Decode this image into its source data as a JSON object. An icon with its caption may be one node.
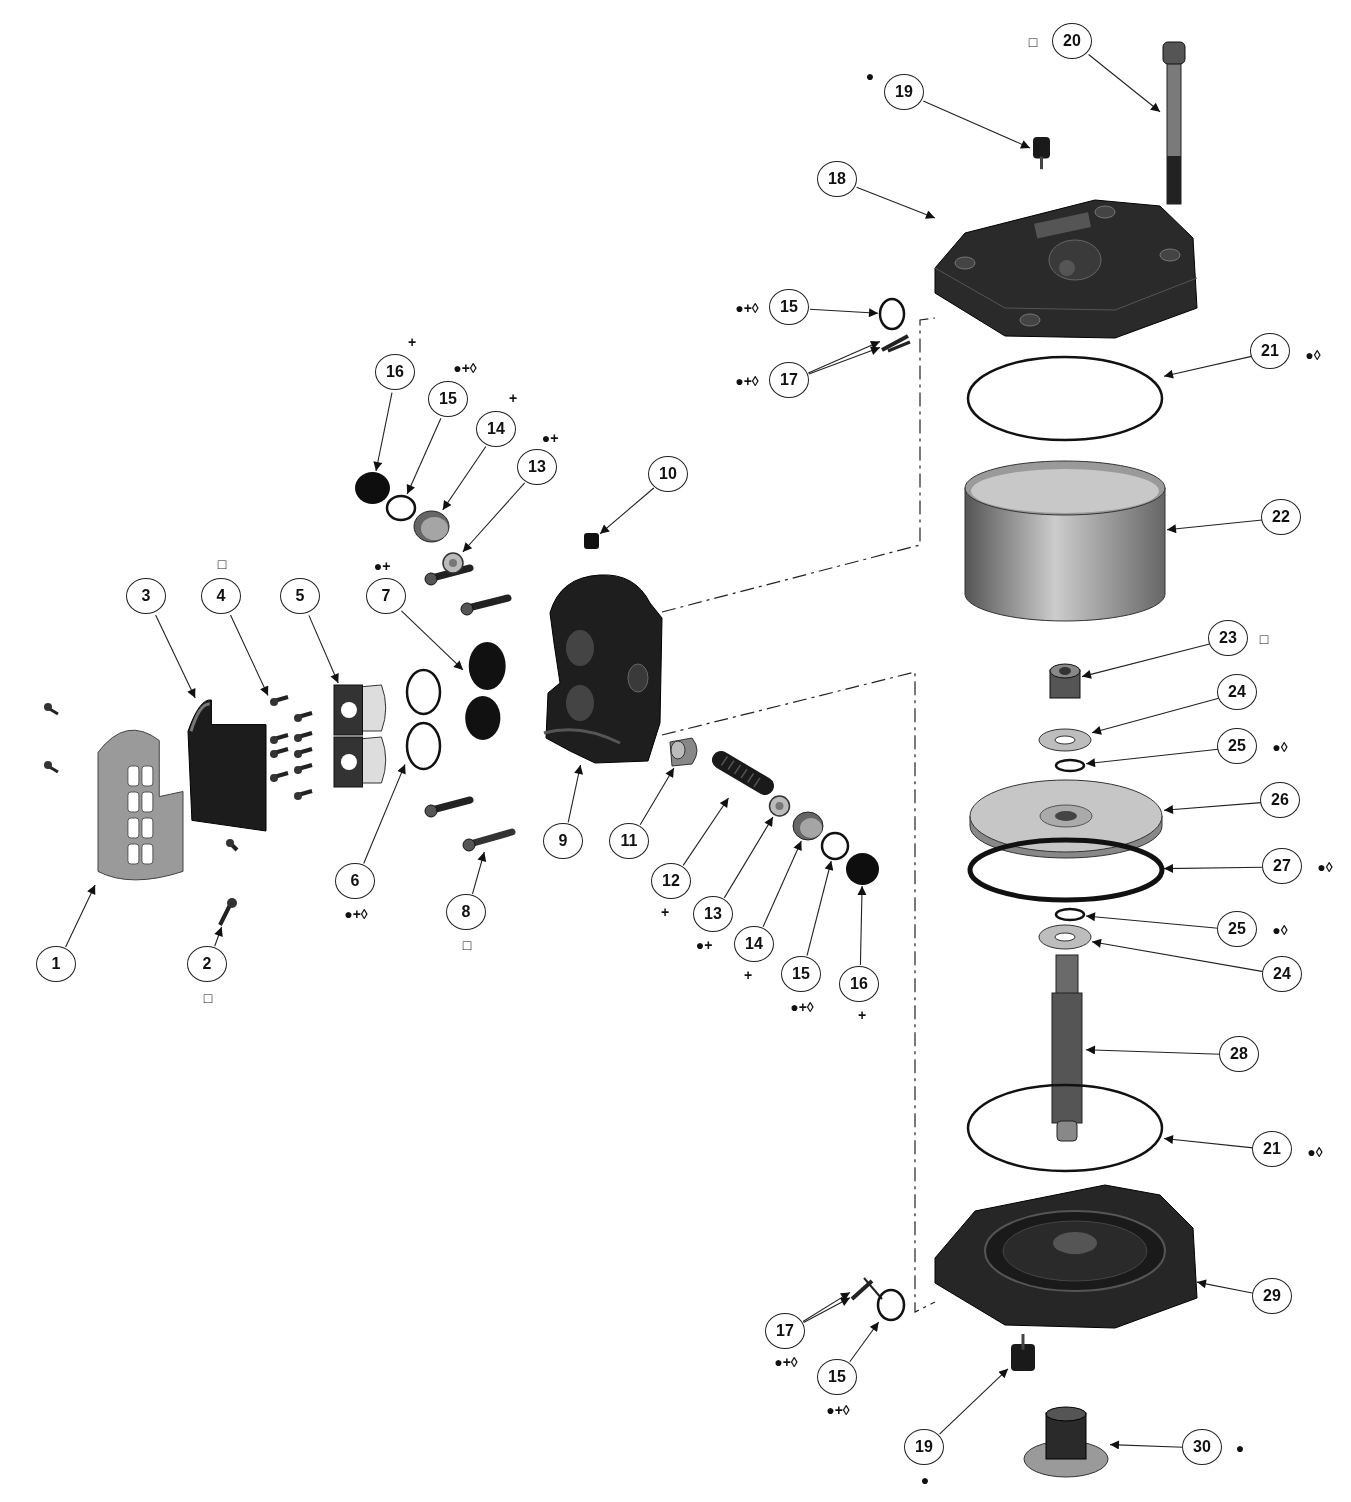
{
  "diagram": {
    "nodes": [
      {
        "text": [
          "1"
        ]
      },
      {
        "text": [],
        "shape": "picture"
      },
      {
        "text": [
          "2"
        ],
        "beside": [
          "□"
        ]
      },
      {
        "text": [],
        "shape": "picture"
      },
      {
        "text": [
          "3"
        ]
      },
      {
        "text": [],
        "shape": "picture"
      },
      {
        "text": [
          "4"
        ],
        "beside": [
          "□"
        ]
      },
      {
        "text": [],
        "shape": "picture"
      },
      {
        "text": [
          "5"
        ]
      },
      {
        "text": [],
        "shape": "picture"
      },
      {
        "text": [
          "6"
        ],
        "beside": [
          "●+◊"
        ]
      },
      {
        "text": [],
        "shape": "picture"
      },
      {
        "text": [
          "7"
        ],
        "beside": [
          "●+"
        ]
      },
      {
        "text": [],
        "shape": "picture"
      },
      {
        "text": [
          "8"
        ],
        "beside": [
          "□"
        ]
      },
      {
        "text": [],
        "shape": "picture"
      },
      {
        "text": [
          "9"
        ]
      },
      {
        "text": [],
        "shape": "picture"
      },
      {
        "text": [
          "10"
        ]
      },
      {
        "text": [],
        "shape": "box"
      },
      {
        "text": [
          "11"
        ]
      },
      {
        "text": [],
        "shape": "picture"
      },
      {
        "text": [
          "12"
        ],
        "beside": [
          "+"
        ]
      },
      {
        "text": [],
        "shape": "picture"
      },
      {
        "text": [
          "13"
        ],
        "beside": [
          "●+"
        ]
      },
      {
        "text": [],
        "shape": "picture"
      },
      {
        "text": [
          "14"
        ],
        "beside": [
          "+"
        ]
      },
      {
        "text": [],
        "shape": "picture"
      },
      {
        "text": [
          "15"
        ],
        "beside": [
          "●+◊"
        ]
      },
      {
        "text": [],
        "shape": "circle"
      },
      {
        "text": [
          "16"
        ],
        "beside": [
          "+"
        ]
      },
      {
        "text": [],
        "shape": "circle"
      },
      {
        "text": [
          "16"
        ],
        "beside": [
          "+"
        ]
      },
      {
        "text": [],
        "shape": "circle"
      },
      {
        "text": [
          "15"
        ],
        "beside": [
          "●+◊"
        ]
      },
      {
        "text": [],
        "shape": "circle"
      },
      {
        "text": [
          "14"
        ],
        "beside": [
          "+"
        ]
      },
      {
        "text": [],
        "shape": "picture"
      },
      {
        "text": [
          "13"
        ],
        "beside": [
          "●+"
        ]
      },
      {
        "text": [],
        "shape": "picture"
      },
      {
        "text": [
          "20"
        ],
        "beside": [
          "□"
        ]
      },
      {
        "text": [],
        "shape": "picture"
      },
      {
        "text": [
          "19"
        ],
        "beside": [
          "●"
        ]
      },
      {
        "text": [],
        "shape": "picture"
      },
      {
        "text": [
          "18"
        ]
      },
      {
        "text": [],
        "shape": "picture"
      },
      {
        "text": [
          "15"
        ],
        "beside": [
          "●+◊"
        ]
      },
      {
        "text": [],
        "shape": "circle"
      },
      {
        "text": [
          "17"
        ],
        "beside": [
          "●+◊"
        ]
      },
      {
        "text": [],
        "shape": "picture"
      },
      {
        "text": [
          "21"
        ],
        "beside": [
          "●◊"
        ]
      },
      {
        "text": [],
        "shape": "circle"
      },
      {
        "text": [
          "22"
        ]
      },
      {
        "text": [],
        "shape": "picture"
      },
      {
        "text": [
          "23"
        ],
        "beside": [
          "□"
        ]
      },
      {
        "text": [],
        "shape": "box"
      },
      {
        "text": [
          "24"
        ]
      },
      {
        "text": [],
        "shape": "picture"
      },
      {
        "text": [
          "25"
        ],
        "beside": [
          "●◊"
        ]
      },
      {
        "text": [],
        "shape": "circle"
      },
      {
        "text": [
          "26"
        ]
      },
      {
        "text": [],
        "shape": "picture"
      },
      {
        "text": [
          "27"
        ],
        "beside": [
          "●◊"
        ]
      },
      {
        "text": [],
        "shape": "circle"
      },
      {
        "text": [
          "25"
        ],
        "beside": [
          "●◊"
        ]
      },
      {
        "text": [],
        "shape": "circle"
      },
      {
        "text": [
          "24"
        ]
      },
      {
        "text": [],
        "shape": "picture"
      },
      {
        "text": [
          "28"
        ]
      },
      {
        "text": [],
        "shape": "bar"
      },
      {
        "text": [
          "21"
        ],
        "beside": [
          "●◊"
        ]
      },
      {
        "text": [],
        "shape": "circle"
      },
      {
        "text": [
          "29"
        ]
      },
      {
        "text": [],
        "shape": "picture"
      },
      {
        "text": [
          "17"
        ],
        "beside": [
          "●+◊"
        ]
      },
      {
        "text": [],
        "shape": "picture"
      },
      {
        "text": [
          "15"
        ],
        "beside": [
          "●+◊"
        ]
      },
      {
        "text": [],
        "shape": "circle"
      },
      {
        "text": [
          "19"
        ],
        "beside": [
          "●"
        ]
      },
      {
        "text": [],
        "shape": "box"
      },
      {
        "text": [
          "30"
        ],
        "beside": [
          "●"
        ]
      },
      {
        "text": [],
        "shape": "cylinder"
      }
    ],
    "edges": [
      {
        "from": 0,
        "to": 1,
        "arrow": "to"
      },
      {
        "from": 2,
        "to": 3,
        "arrow": "to"
      },
      {
        "from": 4,
        "to": 5,
        "arrow": "to"
      },
      {
        "from": 6,
        "to": 7,
        "arrow": "to"
      },
      {
        "from": 8,
        "to": 9,
        "arrow": "to"
      },
      {
        "from": 10,
        "to": 11,
        "arrow": "to"
      },
      {
        "from": 12,
        "to": 13,
        "arrow": "to"
      },
      {
        "from": 14,
        "to": 15,
        "arrow": "to"
      },
      {
        "from": 16,
        "to": 17,
        "arrow": "to"
      },
      {
        "from": 18,
        "to": 19,
        "arrow": "to"
      },
      {
        "from": 20,
        "to": 21,
        "arrow": "to"
      },
      {
        "from": 22,
        "to": 23,
        "arrow": "to"
      },
      {
        "from": 24,
        "to": 25,
        "arrow": "to"
      },
      {
        "from": 26,
        "to": 27,
        "arrow": "to"
      },
      {
        "from": 28,
        "to": 29,
        "arrow": "to"
      },
      {
        "from": 30,
        "to": 31,
        "arrow": "to"
      },
      {
        "from": 32,
        "to": 33,
        "arrow": "to"
      },
      {
        "from": 34,
        "to": 35,
        "arrow": "to"
      },
      {
        "from": 36,
        "to": 37,
        "arrow": "to"
      },
      {
        "from": 38,
        "to": 39,
        "arrow": "to"
      },
      {
        "from": 40,
        "to": 41,
        "arrow": "to"
      },
      {
        "from": 42,
        "to": 43,
        "arrow": "to"
      },
      {
        "from": 44,
        "to": 45,
        "arrow": "to"
      },
      {
        "from": 46,
        "to": 47,
        "arrow": "to"
      },
      {
        "from": 48,
        "to": 49,
        "arrow": "to"
      },
      {
        "from": 48,
        "to": 49,
        "arrow": "to"
      },
      {
        "from": 50,
        "to": 51,
        "arrow": "to"
      },
      {
        "from": 52,
        "to": 53,
        "arrow": "to"
      },
      {
        "from": 54,
        "to": 55,
        "arrow": "to"
      },
      {
        "from": 56,
        "to": 57,
        "arrow": "to"
      },
      {
        "from": 58,
        "to": 59,
        "arrow": "to"
      },
      {
        "from": 60,
        "to": 61,
        "arrow": "to"
      },
      {
        "from": 62,
        "to": 63,
        "arrow": "to"
      },
      {
        "from": 64,
        "to": 65,
        "arrow": "to"
      },
      {
        "from": 66,
        "to": 67,
        "arrow": "to"
      },
      {
        "from": 68,
        "to": 69,
        "arrow": "to"
      },
      {
        "from": 70,
        "to": 71,
        "arrow": "to"
      },
      {
        "from": 72,
        "to": 73,
        "arrow": "to"
      },
      {
        "from": 74,
        "to": 75,
        "arrow": "to"
      },
      {
        "from": 74,
        "to": 75,
        "arrow": "to"
      },
      {
        "from": 76,
        "to": 77,
        "arrow": "to"
      },
      {
        "from": 78,
        "to": 79,
        "arrow": "to"
      },
      {
        "from": 80,
        "to": 81,
        "arrow": "to"
      },
      {
        "from": 17,
        "to": 45,
        "arrow": "none",
        "style": "dashed"
      },
      {
        "from": 17,
        "to": 73,
        "arrow": "none",
        "style": "dashed"
      }
    ]
  }
}
